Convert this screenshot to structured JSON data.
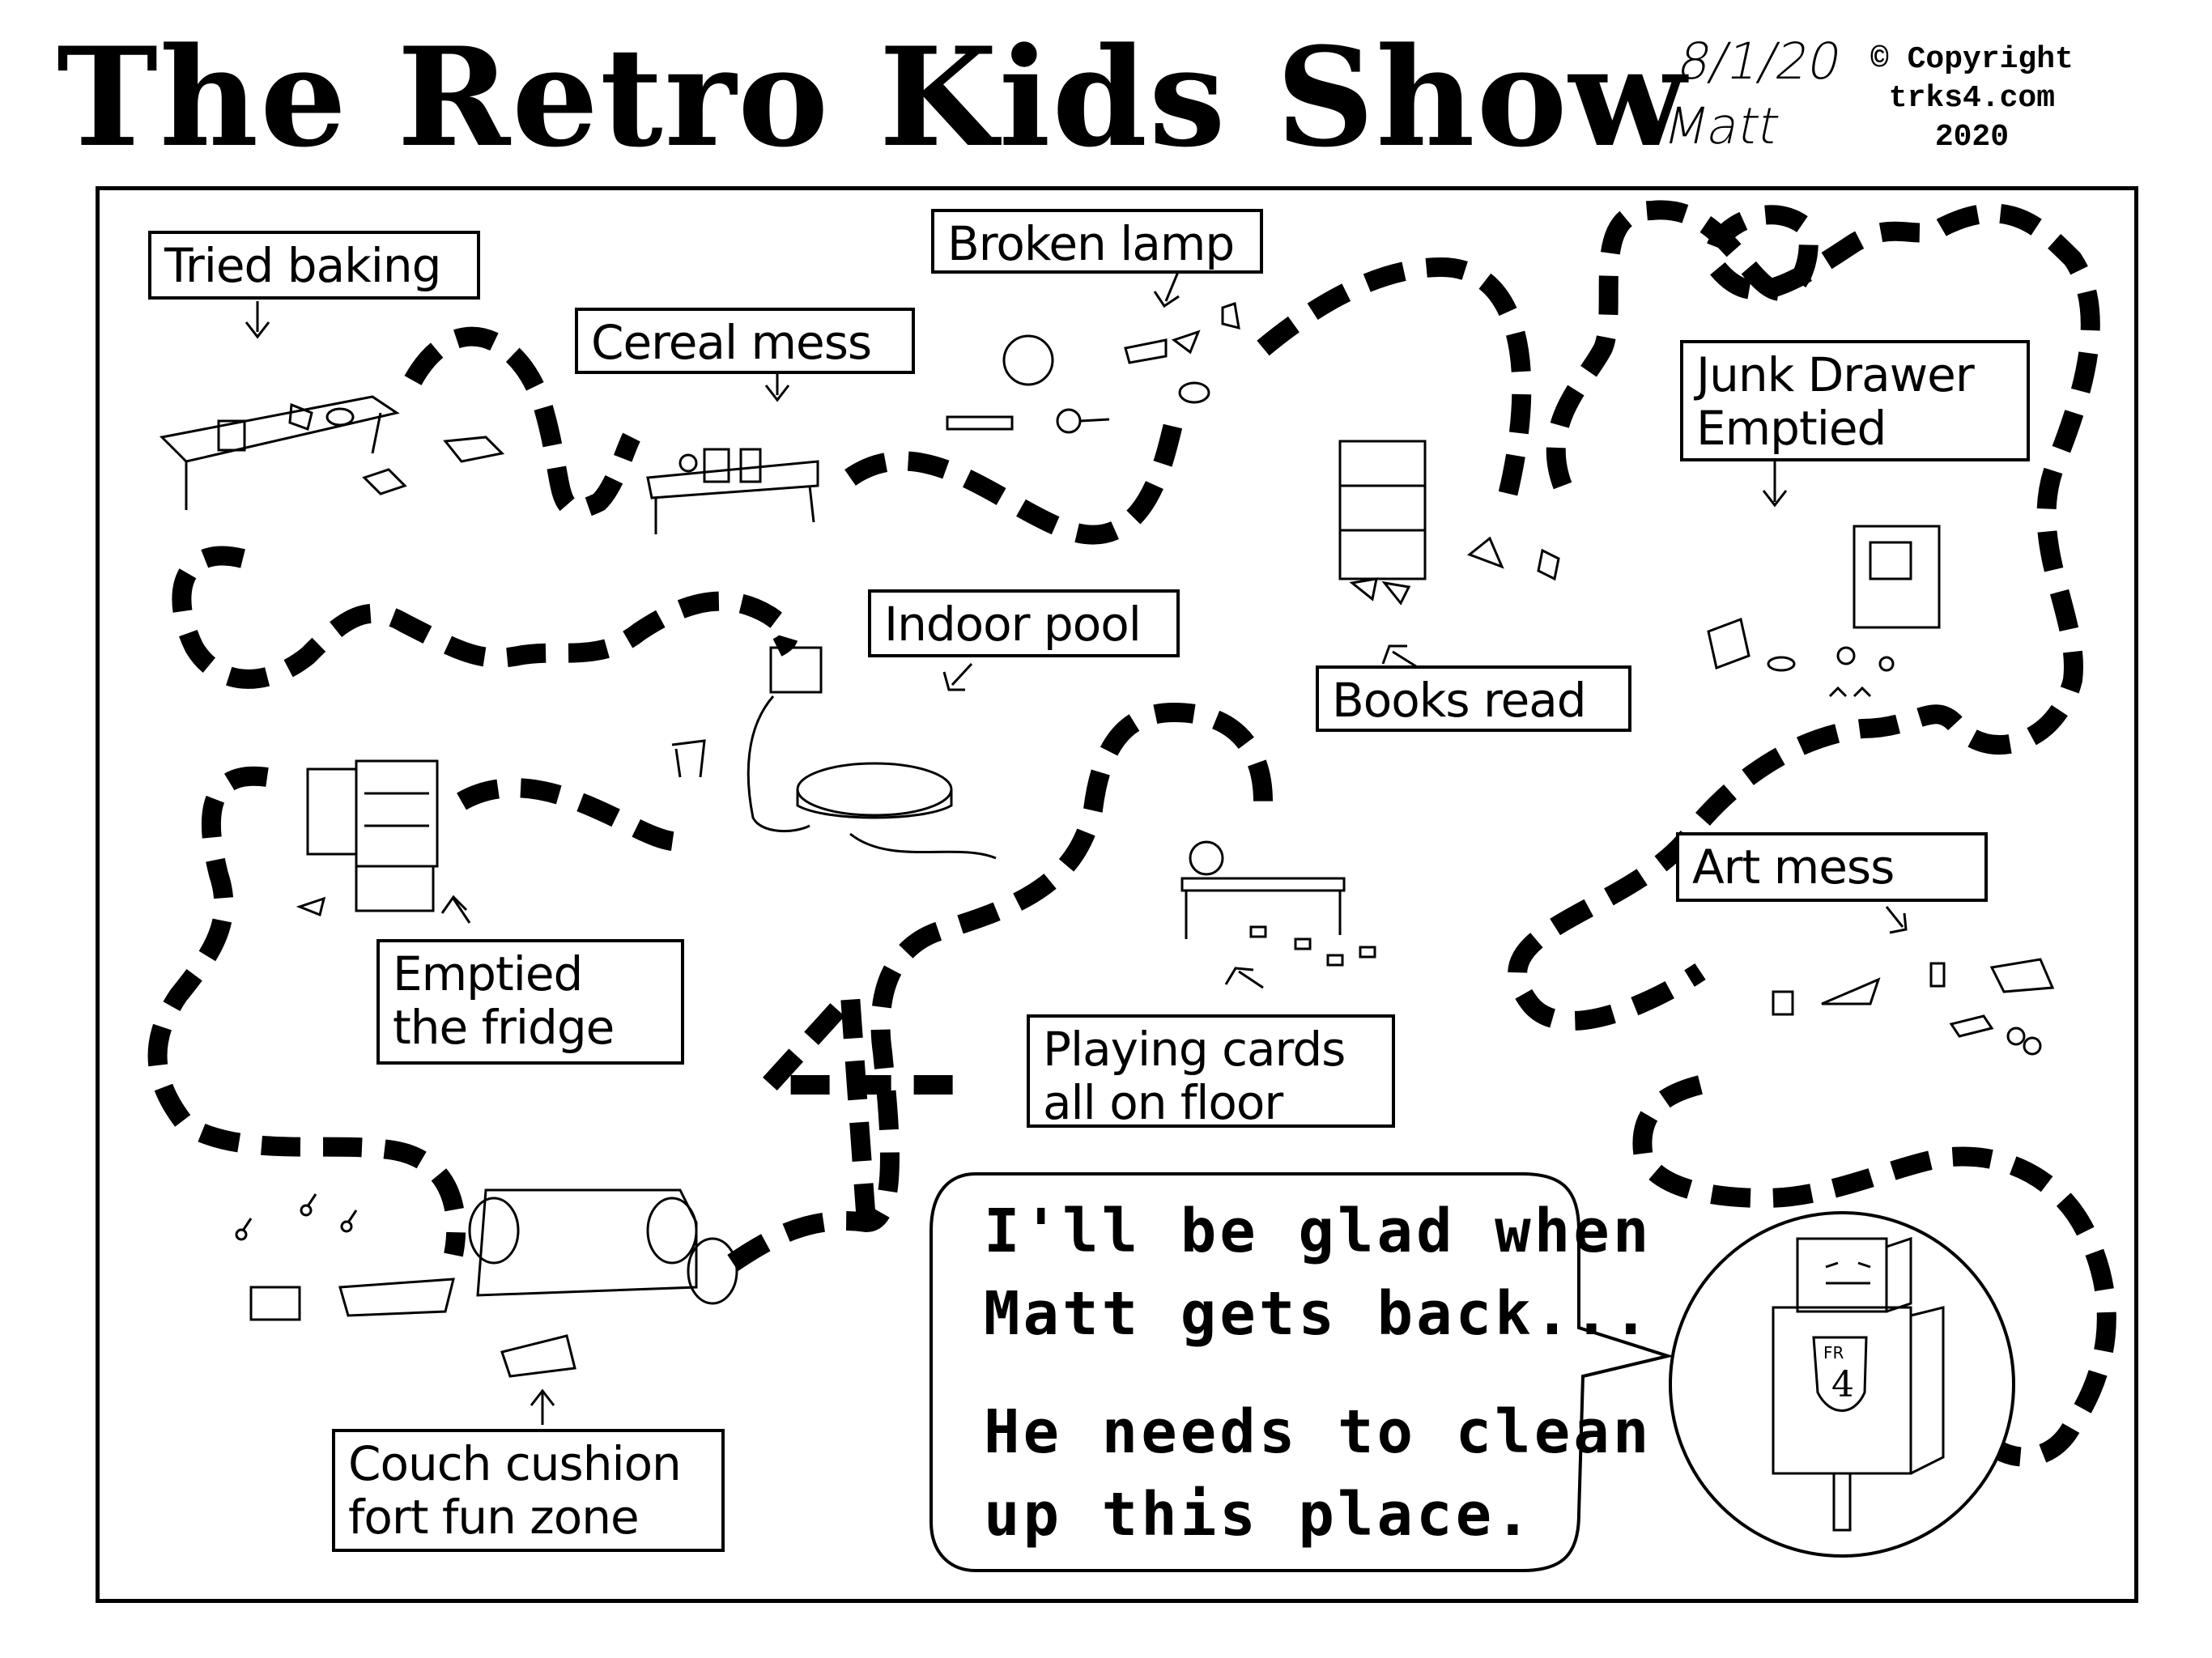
{
  "header": {
    "title": "The Retro Kids Show",
    "date": "8/1/20",
    "author": "Matt",
    "copyright_line1": "© Copyright",
    "copyright_line2": "trks4.com",
    "copyright_line3": "2020"
  },
  "labels": {
    "tried_baking": "Tried baking",
    "cereal_mess": "Cereal mess",
    "broken_lamp": "Broken lamp",
    "junk_drawer": "Junk Drawer\nEmptied",
    "indoor_pool": "Indoor pool",
    "books_read": "Books read",
    "emptied_fridge": "Emptied\nthe fridge",
    "art_mess": "Art mess",
    "playing_cards": "Playing cards\nall on floor",
    "couch_cushion": "Couch cushion\nfort fun zone"
  },
  "speech": {
    "line1": "I'll be glad when\nMatt gets back...",
    "line2": "He needs to clean\nup this place."
  },
  "robot": {
    "badge_top": "FR",
    "badge_number": "4"
  }
}
